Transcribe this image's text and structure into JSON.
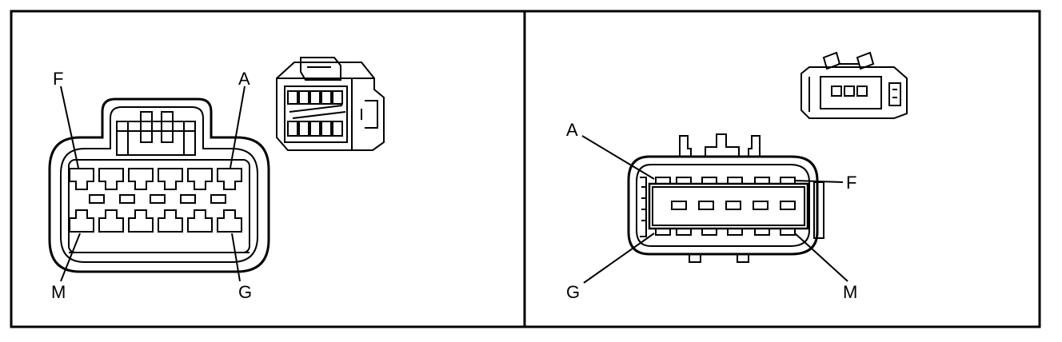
{
  "panels": {
    "left": {
      "labels": {
        "top_left": "F",
        "top_right": "A",
        "bottom_left": "M",
        "bottom_right": "G"
      }
    },
    "right": {
      "labels": {
        "upper_left": "A",
        "right_upper": "F",
        "lower_left": "G",
        "lower_right": "M"
      }
    }
  },
  "colors": {
    "line": "#000000",
    "background": "#ffffff"
  }
}
